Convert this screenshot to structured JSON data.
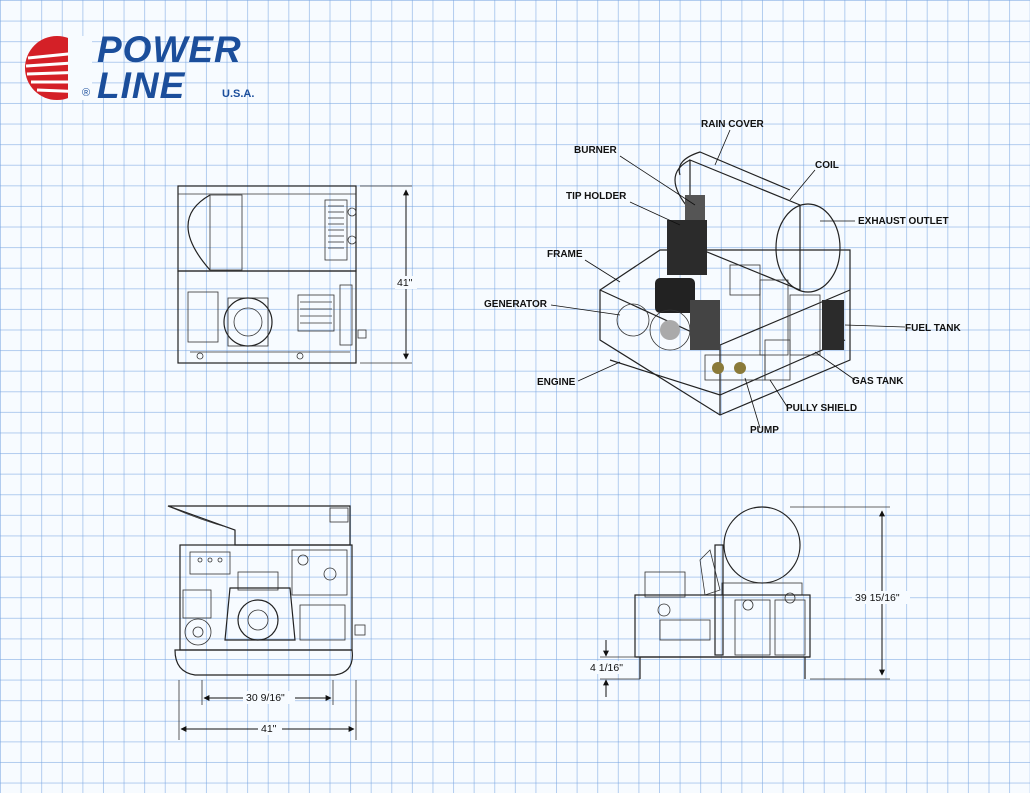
{
  "logo": {
    "line1": "POWER",
    "line2": "LINE",
    "suffix": "U.S.A.",
    "registered": "®",
    "colors": {
      "red": "#d42027",
      "blue": "#1b4e9b"
    }
  },
  "callouts": {
    "rain_cover": "RAIN COVER",
    "burner": "BURNER",
    "coil": "COIL",
    "tip_holder": "TIP HOLDER",
    "exhaust_outlet": "EXHAUST OUTLET",
    "frame": "FRAME",
    "generator": "GENERATOR",
    "fuel_tank": "FUEL TANK",
    "engine": "ENGINE",
    "gas_tank": "GAS TANK",
    "pully_shield": "PULLY SHIELD",
    "pump": "PUMP"
  },
  "dimensions": {
    "top_height": "41\"",
    "front_inner_width": "30 9/16\"",
    "front_width": "41\"",
    "side_height": "39 15/16\"",
    "side_clearance": "4 1/16\""
  },
  "grid_color": "#78a5e1"
}
